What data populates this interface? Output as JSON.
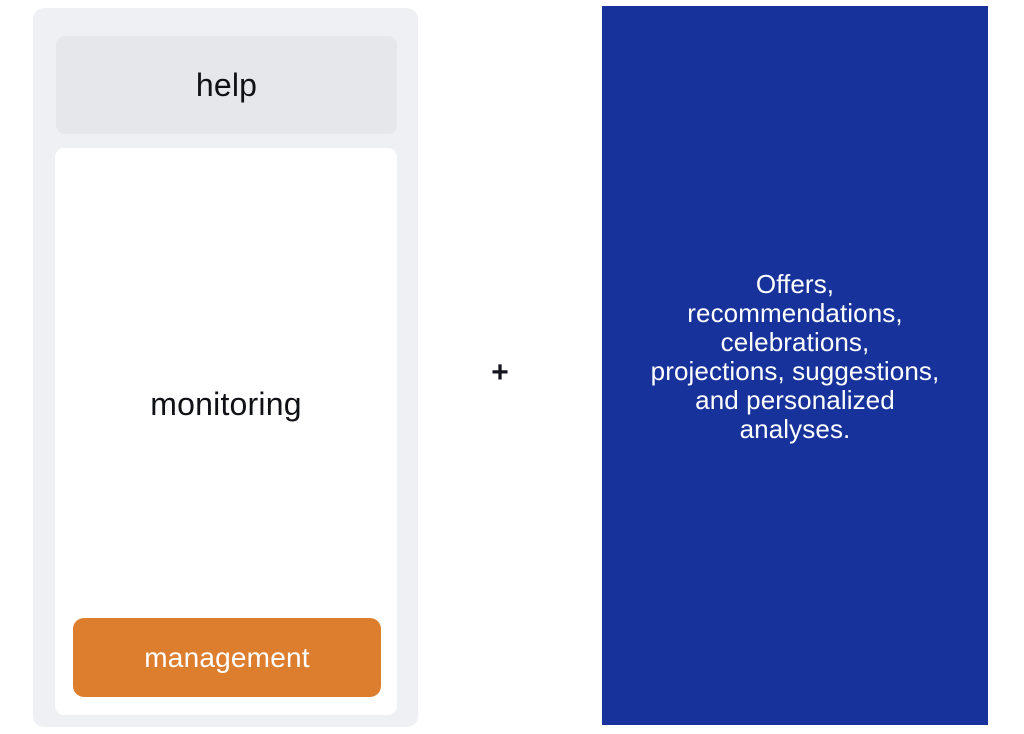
{
  "left_panel": {
    "help_label": "help",
    "monitoring_label": "monitoring",
    "management_button_label": "management",
    "background_color": "#eff0f4",
    "help_box_color": "#e5e7ea",
    "card_color": "#ffffff",
    "button_color": "#dd7d2e",
    "button_text_color": "#ffffff"
  },
  "connector": {
    "symbol": "+",
    "color": "#13161c"
  },
  "right_panel": {
    "text": "Offers, recommendations, celebrations, projections, suggestions, and personalized analyses.",
    "background_color": "#17329a",
    "text_color": "#ffffff"
  }
}
